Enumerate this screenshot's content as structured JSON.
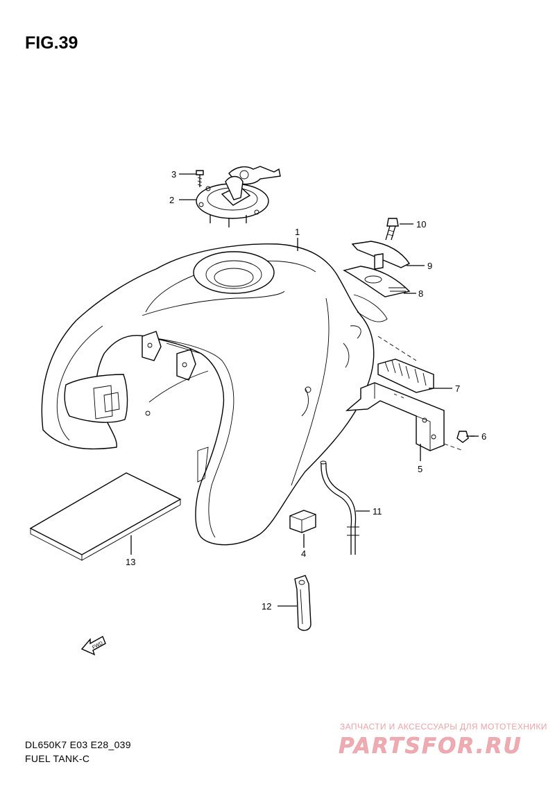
{
  "figure": {
    "title": "FIG.39",
    "callouts": [
      "1",
      "2",
      "3",
      "4",
      "5",
      "6",
      "7",
      "8",
      "9",
      "10",
      "11",
      "12",
      "13"
    ],
    "fwd_label": "FWD"
  },
  "footer": {
    "model_code": "DL650K7 E03 E28_039",
    "part_name": "FUEL TANK-C"
  },
  "watermark": {
    "tagline": "ЗАПЧАСТИ И АКСЕССУАРЫ ДЛЯ МОТОТЕХНИКИ",
    "logo_text": "PARTSFOR.RU",
    "color": "#e06872"
  }
}
